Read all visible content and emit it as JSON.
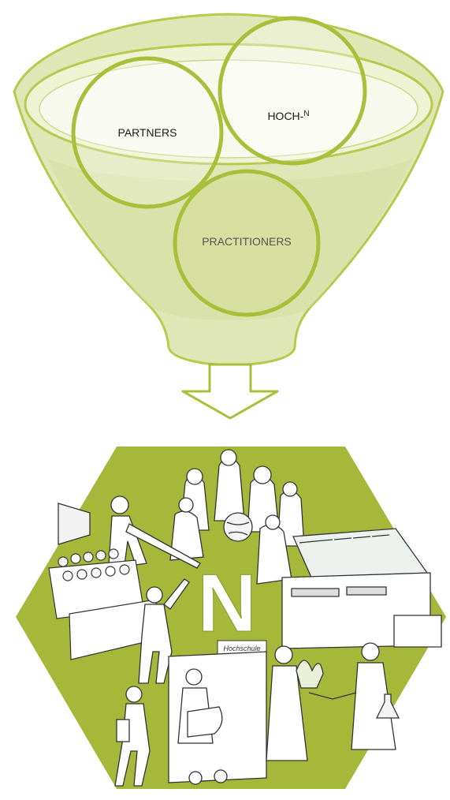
{
  "funnel": {
    "circles": [
      {
        "id": "partners",
        "label": "PARTNERS"
      },
      {
        "id": "hoch",
        "label": "HOCH-",
        "superscript": "N"
      },
      {
        "id": "practitioners",
        "label": "PRACTITIONERS"
      }
    ]
  },
  "hexagon": {
    "logo_letter": "N",
    "building_sign": "Hochschule"
  },
  "colors": {
    "funnel_fill": "#dfe7b6",
    "funnel_stroke": "#b8c94e",
    "circle_stroke": "#a8bf3a",
    "hexagon_fill": "#a6b83a",
    "text": "#1a1a1a",
    "text_soft": "#555555"
  }
}
